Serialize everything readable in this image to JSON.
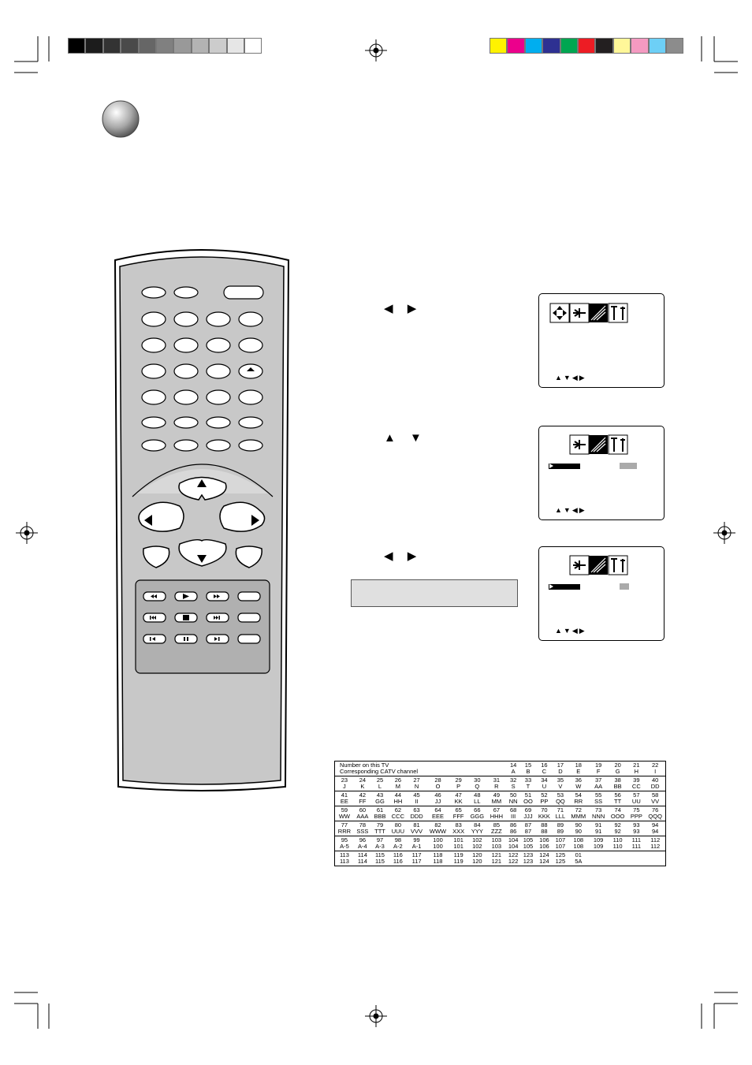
{
  "print_marks": {
    "gray_swatches": [
      "#000000",
      "#1c1c1c",
      "#333333",
      "#4a4a4a",
      "#666666",
      "#808080",
      "#999999",
      "#b3b3b3",
      "#cccccc",
      "#e6e6e6",
      "#ffffff"
    ],
    "color_swatches": [
      "#fff200",
      "#ec008c",
      "#00aeef",
      "#2e3192",
      "#00a651",
      "#ed1c24",
      "#231f20",
      "#fff799",
      "#f49ac1",
      "#6dcff6",
      "#8c8c8c"
    ]
  },
  "steps": {
    "step1_arrows": "◀ ▶",
    "step2_arrows": "▲ ▼",
    "step3_arrows": "◀ ▶"
  },
  "osd": {
    "nav_hint": "▲▼◀▶"
  },
  "catv_table": {
    "header_line1": "Number on this TV",
    "header_line2": "Corresponding CATV channel",
    "rows": [
      {
        "head": true,
        "cells": [
          [
            "14",
            "A"
          ],
          [
            "15",
            "B"
          ],
          [
            "16",
            "C"
          ],
          [
            "17",
            "D"
          ],
          [
            "18",
            "E"
          ],
          [
            "19",
            "F"
          ],
          [
            "20",
            "G"
          ],
          [
            "21",
            "H"
          ],
          [
            "22",
            "I"
          ]
        ]
      },
      {
        "cells": [
          [
            "23",
            "J"
          ],
          [
            "24",
            "K"
          ],
          [
            "25",
            "L"
          ],
          [
            "26",
            "M"
          ],
          [
            "27",
            "N"
          ],
          [
            "28",
            "O"
          ],
          [
            "29",
            "P"
          ],
          [
            "30",
            "Q"
          ],
          [
            "31",
            "R"
          ],
          [
            "32",
            "S"
          ],
          [
            "33",
            "T"
          ],
          [
            "34",
            "U"
          ],
          [
            "35",
            "V"
          ],
          [
            "36",
            "W"
          ],
          [
            "37",
            "AA"
          ],
          [
            "38",
            "BB"
          ],
          [
            "39",
            "CC"
          ],
          [
            "40",
            "DD"
          ]
        ]
      },
      {
        "cells": [
          [
            "41",
            "EE"
          ],
          [
            "42",
            "FF"
          ],
          [
            "43",
            "GG"
          ],
          [
            "44",
            "HH"
          ],
          [
            "45",
            "II"
          ],
          [
            "46",
            "JJ"
          ],
          [
            "47",
            "KK"
          ],
          [
            "48",
            "LL"
          ],
          [
            "49",
            "MM"
          ],
          [
            "50",
            "NN"
          ],
          [
            "51",
            "OO"
          ],
          [
            "52",
            "PP"
          ],
          [
            "53",
            "QQ"
          ],
          [
            "54",
            "RR"
          ],
          [
            "55",
            "SS"
          ],
          [
            "56",
            "TT"
          ],
          [
            "57",
            "UU"
          ],
          [
            "58",
            "VV"
          ]
        ]
      },
      {
        "cells": [
          [
            "59",
            "WW"
          ],
          [
            "60",
            "AAA"
          ],
          [
            "61",
            "BBB"
          ],
          [
            "62",
            "CCC"
          ],
          [
            "63",
            "DDD"
          ],
          [
            "64",
            "EEE"
          ],
          [
            "65",
            "FFF"
          ],
          [
            "66",
            "GGG"
          ],
          [
            "67",
            "HHH"
          ],
          [
            "68",
            "III"
          ],
          [
            "69",
            "JJJ"
          ],
          [
            "70",
            "KKK"
          ],
          [
            "71",
            "LLL"
          ],
          [
            "72",
            "MMM"
          ],
          [
            "73",
            "NNN"
          ],
          [
            "74",
            "OOO"
          ],
          [
            "75",
            "PPP"
          ],
          [
            "76",
            "QQQ"
          ]
        ]
      },
      {
        "cells": [
          [
            "77",
            "RRR"
          ],
          [
            "78",
            "SSS"
          ],
          [
            "79",
            "TTT"
          ],
          [
            "80",
            "UUU"
          ],
          [
            "81",
            "VVV"
          ],
          [
            "82",
            "WWW"
          ],
          [
            "83",
            "XXX"
          ],
          [
            "84",
            "YYY"
          ],
          [
            "85",
            "ZZZ"
          ],
          [
            "86",
            "86"
          ],
          [
            "87",
            "87"
          ],
          [
            "88",
            "88"
          ],
          [
            "89",
            "89"
          ],
          [
            "90",
            "90"
          ],
          [
            "91",
            "91"
          ],
          [
            "92",
            "92"
          ],
          [
            "93",
            "93"
          ],
          [
            "94",
            "94"
          ]
        ]
      },
      {
        "cells": [
          [
            "95",
            "A-5"
          ],
          [
            "96",
            "A-4"
          ],
          [
            "97",
            "A-3"
          ],
          [
            "98",
            "A-2"
          ],
          [
            "99",
            "A-1"
          ],
          [
            "100",
            "100"
          ],
          [
            "101",
            "101"
          ],
          [
            "102",
            "102"
          ],
          [
            "103",
            "103"
          ],
          [
            "104",
            "104"
          ],
          [
            "105",
            "105"
          ],
          [
            "106",
            "106"
          ],
          [
            "107",
            "107"
          ],
          [
            "108",
            "108"
          ],
          [
            "109",
            "109"
          ],
          [
            "110",
            "110"
          ],
          [
            "111",
            "111"
          ],
          [
            "112",
            "112"
          ]
        ]
      },
      {
        "cells": [
          [
            "113",
            "113"
          ],
          [
            "114",
            "114"
          ],
          [
            "115",
            "115"
          ],
          [
            "116",
            "116"
          ],
          [
            "117",
            "117"
          ],
          [
            "118",
            "118"
          ],
          [
            "119",
            "119"
          ],
          [
            "120",
            "120"
          ],
          [
            "121",
            "121"
          ],
          [
            "122",
            "122"
          ],
          [
            "123",
            "123"
          ],
          [
            "124",
            "124"
          ],
          [
            "125",
            "125"
          ],
          [
            "01",
            "5A"
          ],
          [
            "",
            ""
          ],
          [
            "",
            ""
          ],
          [
            "",
            ""
          ],
          [
            "",
            ""
          ]
        ]
      }
    ]
  }
}
